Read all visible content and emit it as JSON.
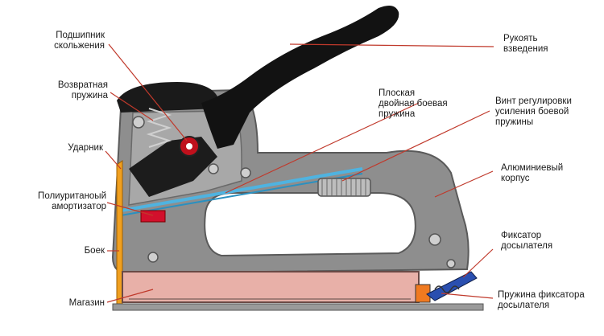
{
  "labels": {
    "bearing": "Подшипник\nскольжения",
    "return_spring": "Возвратная\nпружина",
    "striker": "Ударник",
    "damper": "Полиуританоый\nамортизатор",
    "blade": "Боек",
    "magazine": "Магазин",
    "handle": "Рукоять\nвзведения",
    "flat_spring": "Плоская\nдвойная боевая\nпружина",
    "adjust_screw": "Винт регулировки\nусиления боевой\nпружины",
    "body": "Алюминиевый\nкорпус",
    "pusher_lock": "Фиксатор\nдосылателя",
    "pusher_lock_spring": "Пружина фиксатора\nдосылателя"
  },
  "colors": {
    "leader_line": "#c0392b",
    "handle": "#111111",
    "housing": "#8c8c8c",
    "magazine": "#e8b0a8",
    "flat_spring": "#4fb3e0",
    "blade": "#f0a020",
    "damper": "#d2102c",
    "lock_lever": "#2a4fb0"
  }
}
